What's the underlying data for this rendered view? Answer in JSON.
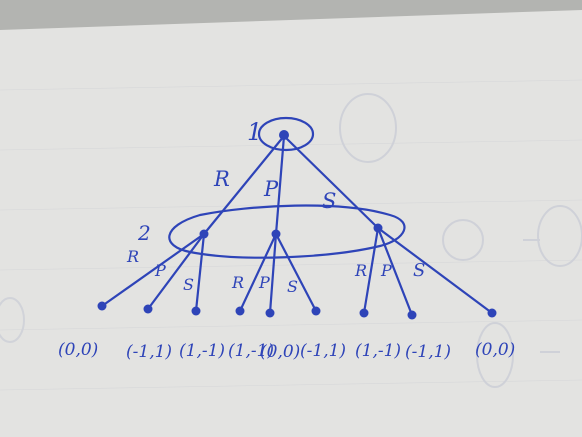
{
  "tree": {
    "root_player": "1",
    "info_set_player": "2",
    "root_actions": [
      "R",
      "P",
      "S"
    ],
    "player2_actions": [
      [
        "R",
        "P",
        "S"
      ],
      [
        "R",
        "P",
        "S"
      ],
      [
        "R",
        "P",
        "S"
      ]
    ],
    "payoffs": [
      "(0,0)",
      "(-1,1)",
      "(1,-1)",
      "(1,-1)",
      "(0,0)",
      "(-1,1)",
      "(1,-1)",
      "(-1,1)",
      "(0,0)"
    ]
  },
  "colors": {
    "ink": "#2e44b8",
    "paper": "#e4e4e2",
    "shadow": "#b5b6b3"
  }
}
